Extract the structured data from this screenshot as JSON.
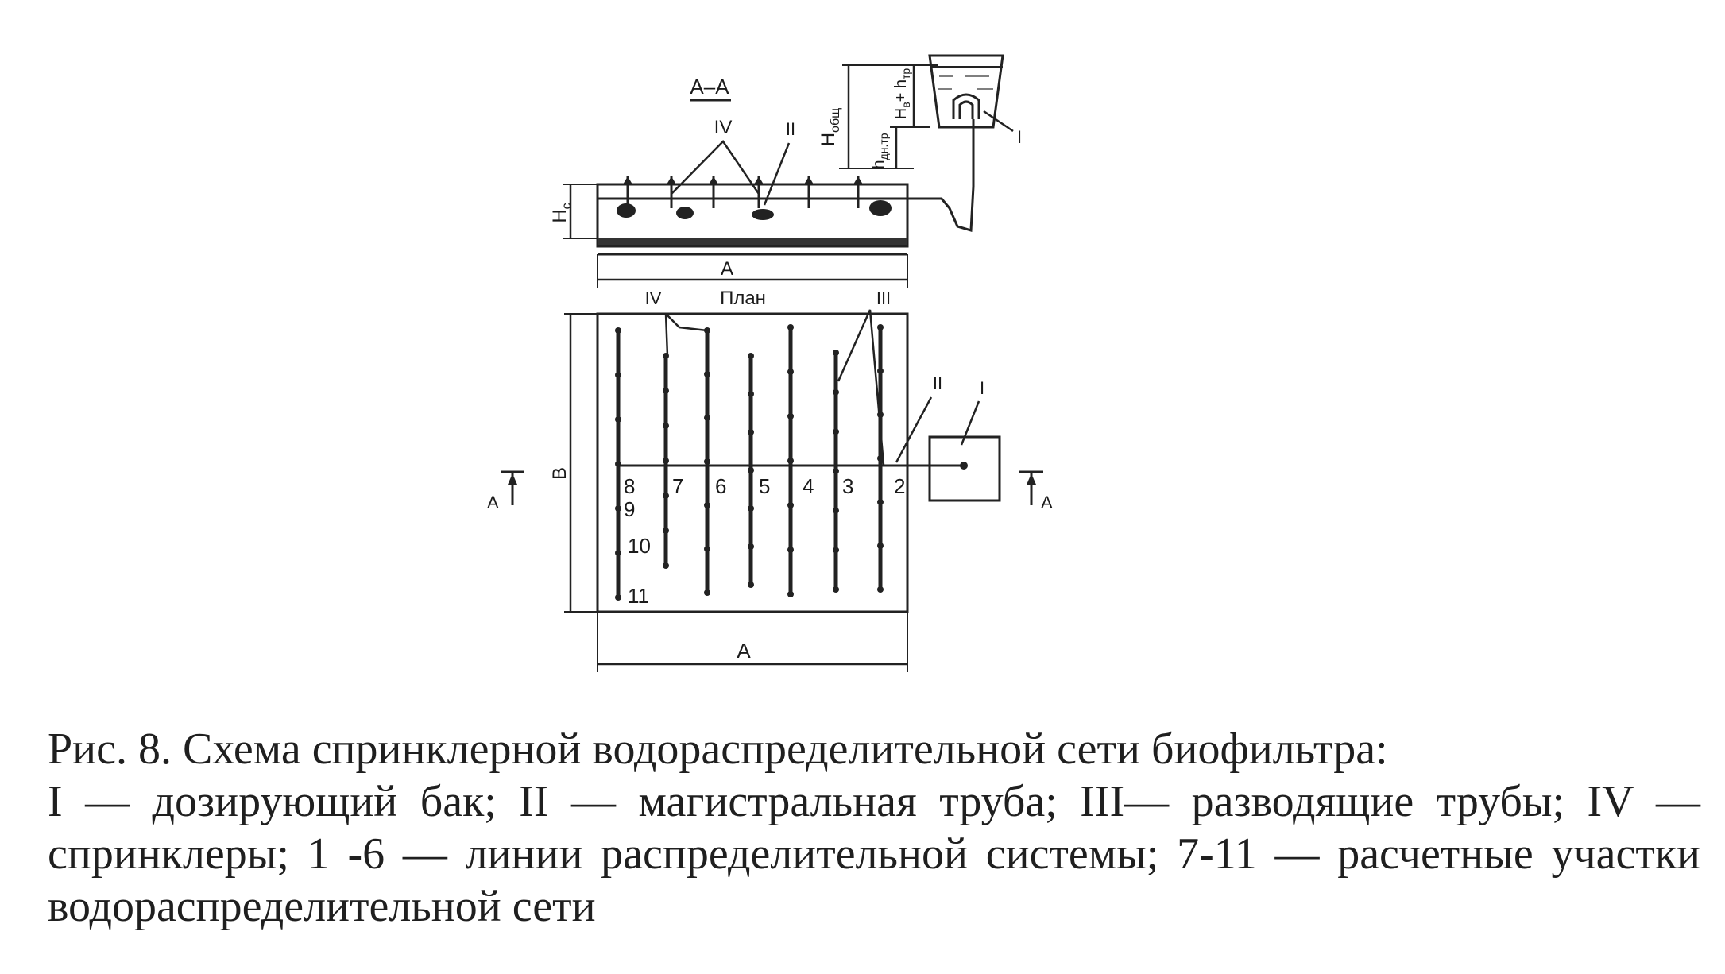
{
  "section_label": "А–А",
  "plan_label": "План",
  "labels": {
    "roman_I": "I",
    "roman_II": "II",
    "roman_III": "III",
    "roman_IV": "IV",
    "dim_A": "А",
    "dim_B": "В",
    "section_mark": "А",
    "h_c": "H",
    "h_c_sub": "c",
    "h_obsh": "H",
    "h_obsh_sub": "общ",
    "h_right": "h",
    "h_right_sub": "дн.тр",
    "h_top": "H",
    "h_top_sub": "в",
    "h_top2": "+ h",
    "h_top2_sub": "тр"
  },
  "line_numbers": [
    "2",
    "3",
    "4",
    "5",
    "6",
    "7",
    "8"
  ],
  "segment_numbers": [
    "9",
    "10",
    "11"
  ],
  "caption": {
    "title": "Рис. 8. Схема спринклерной водораспределительной сети биофильтра:",
    "body": "I — дозирующий бак; II — магистральная труба; III— разводящие трубы; IV — спринклеры; 1 -6 — линии распределительной системы; 7-11 — расчетные участки водораспределительной сети"
  }
}
